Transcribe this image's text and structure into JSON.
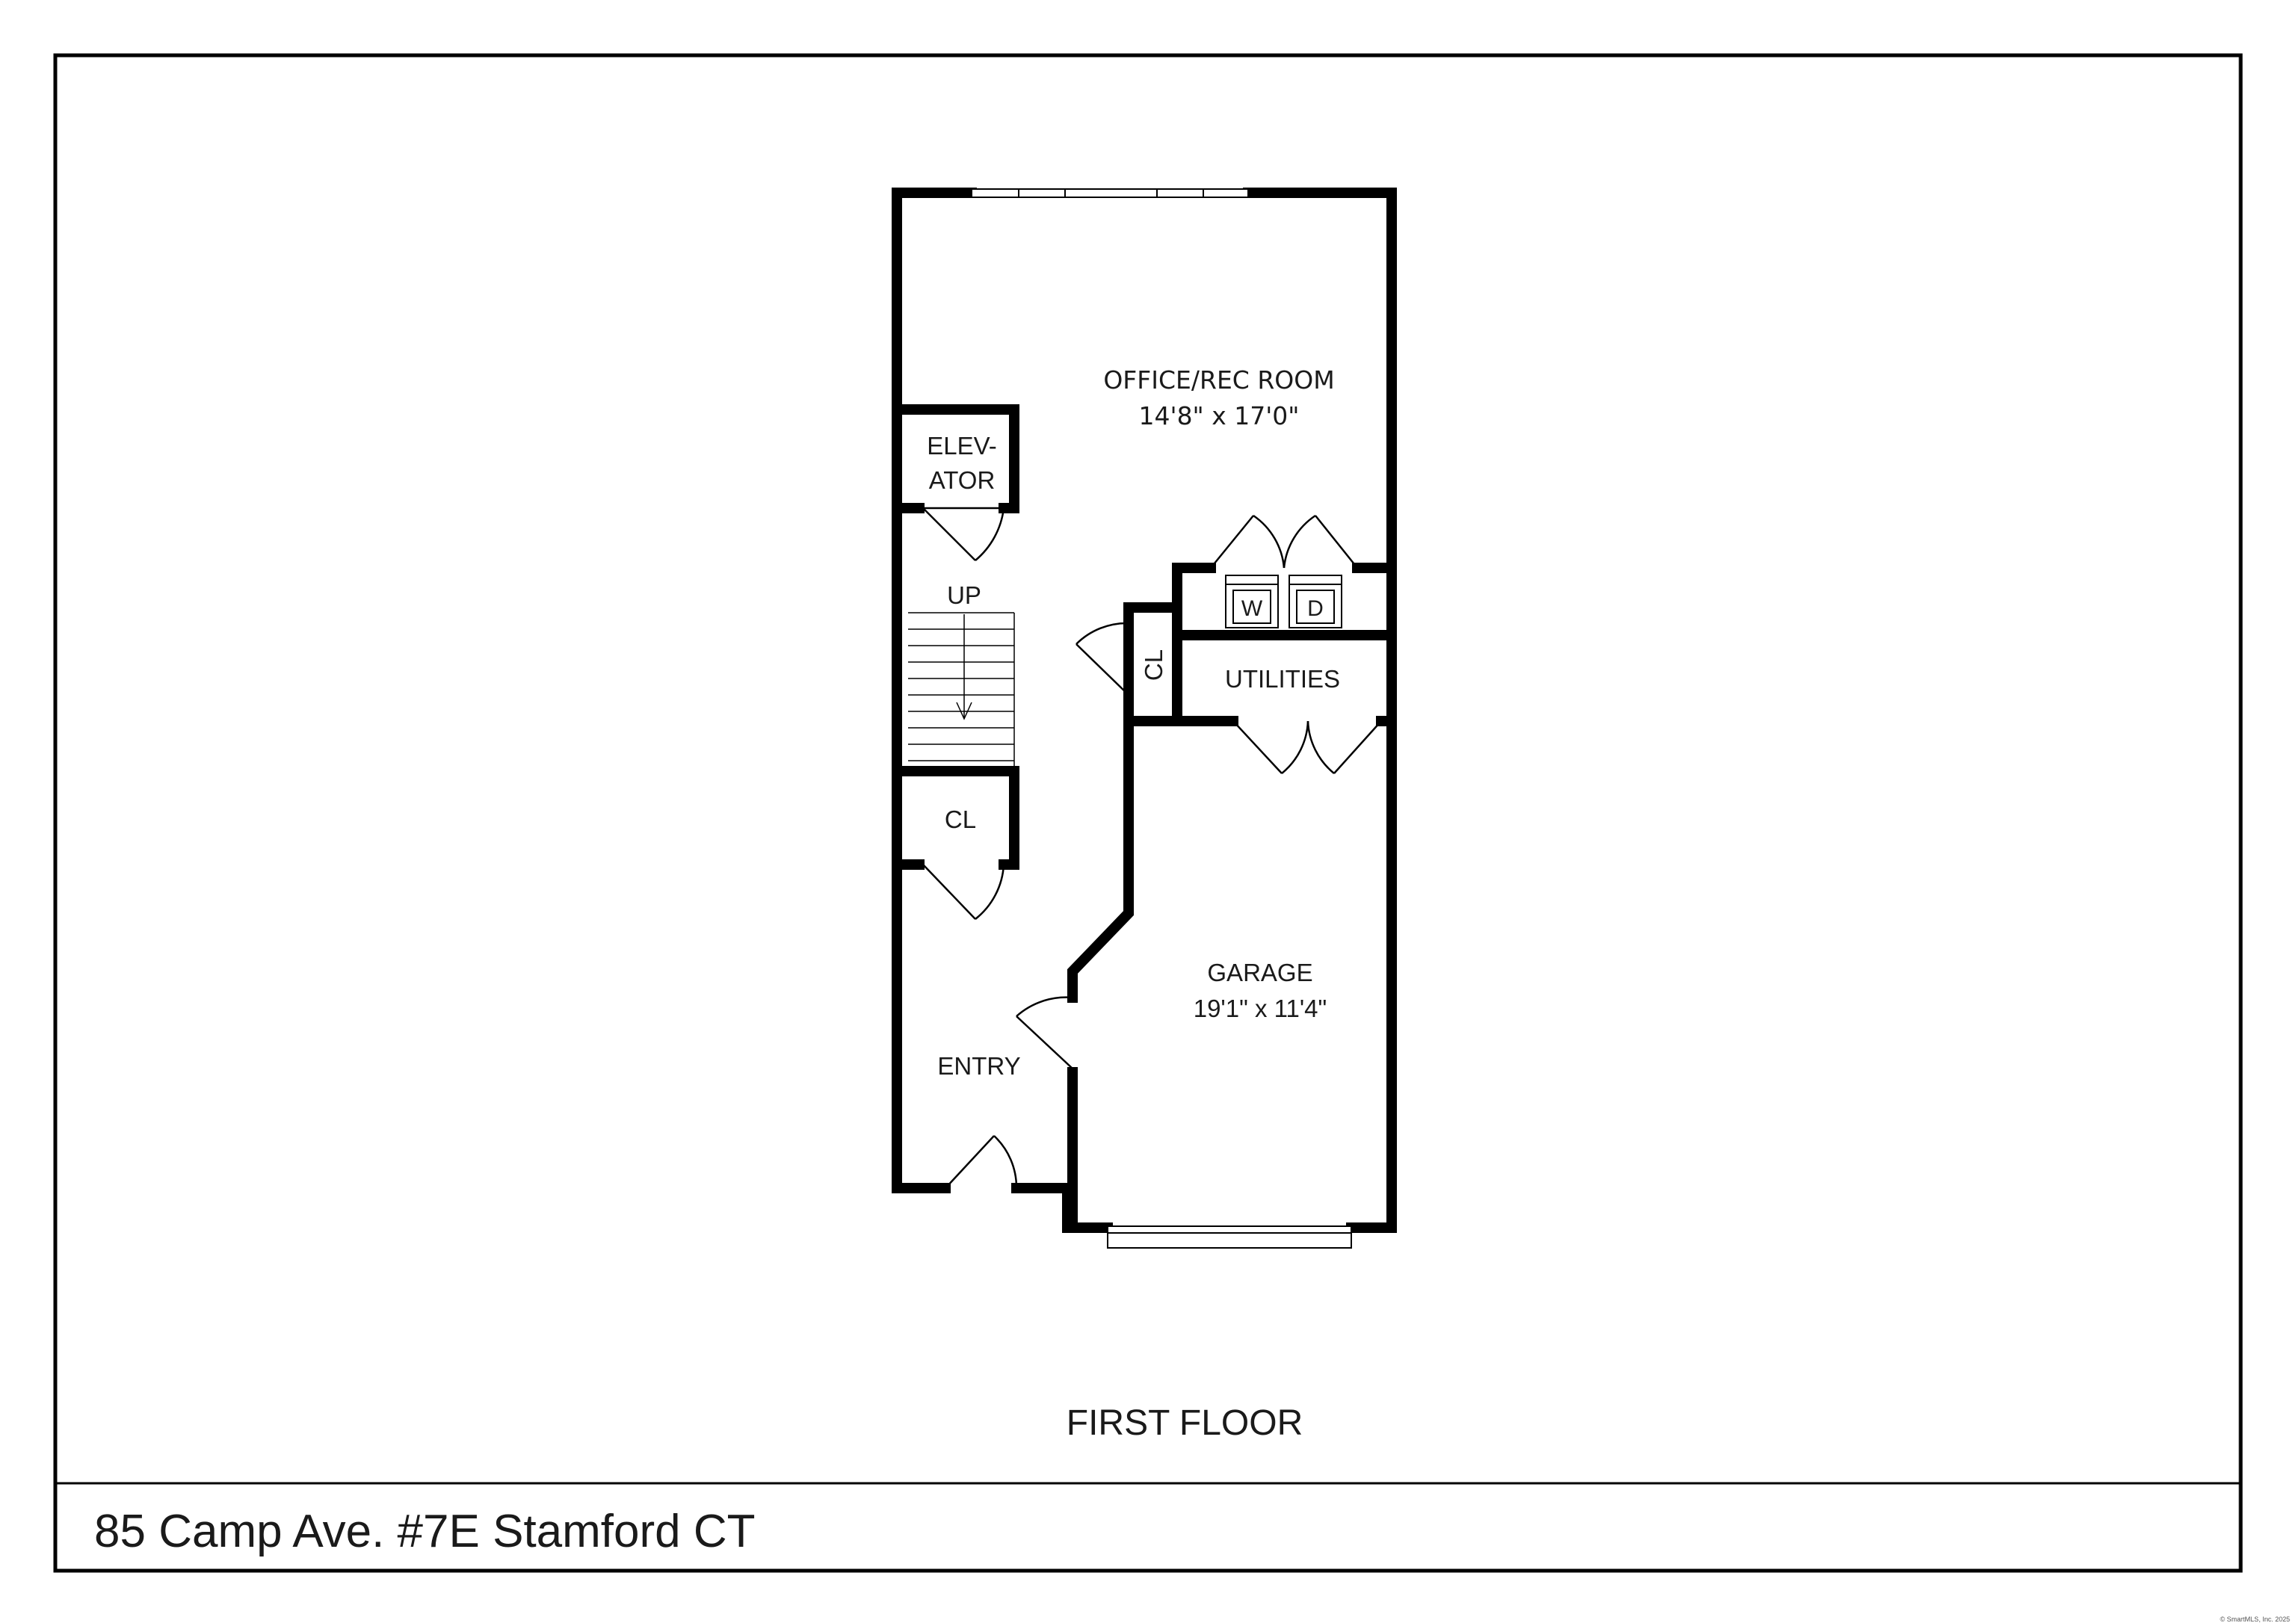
{
  "diagram": {
    "floor_title": "FIRST FLOOR",
    "address": "85 Camp Ave. #7E Stamford CT",
    "copyright": "© SmartMLS, Inc. 2025",
    "rooms": {
      "office": {
        "name": "OFFICE/REC ROOM",
        "dims": "14'8\" x 17'0\""
      },
      "elevator": {
        "line1": "ELEV-",
        "line2": "ATOR"
      },
      "up": "UP",
      "closet_left": "CL",
      "closet_mid": "CL",
      "washer": "W",
      "dryer": "D",
      "utilities": "UTILITIES",
      "garage": {
        "name": "GARAGE",
        "dims": "19'1\" x 11'4\""
      },
      "entry": "ENTRY"
    }
  }
}
